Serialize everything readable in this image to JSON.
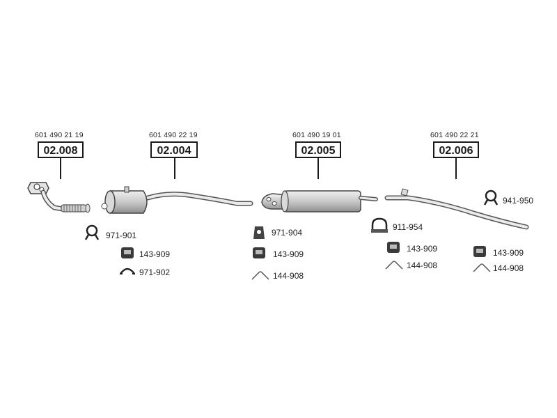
{
  "colors": {
    "ink": "#1a1a1a",
    "part_fill": "#d6d6d6",
    "part_dark": "#8a8a8a",
    "pipe_stroke": "#555555"
  },
  "assemblies": [
    {
      "oe_number": "601 490 21 19",
      "ref_code": "02.008"
    },
    {
      "oe_number": "601 490 22 19",
      "ref_code": "02.004"
    },
    {
      "oe_number": "601 490 19 01",
      "ref_code": "02.005"
    },
    {
      "oe_number": "601 490 22 21",
      "ref_code": "02.006"
    }
  ],
  "fittings": [
    {
      "part_no": "971-901",
      "icon": "clamp-ring-icon"
    },
    {
      "part_no": "143-909",
      "icon": "rubber-mount-icon"
    },
    {
      "part_no": "971-902",
      "icon": "hanger-strap-icon"
    },
    {
      "part_no": "971-904",
      "icon": "bracket-icon"
    },
    {
      "part_no": "143-909",
      "icon": "rubber-mount-icon"
    },
    {
      "part_no": "144-908",
      "icon": "bracket-wire-icon"
    },
    {
      "part_no": "911-954",
      "icon": "u-clamp-icon"
    },
    {
      "part_no": "143-909",
      "icon": "rubber-mount-icon"
    },
    {
      "part_no": "144-908",
      "icon": "bracket-wire-icon"
    },
    {
      "part_no": "941-950",
      "icon": "clamp-ring-icon"
    },
    {
      "part_no": "143-909",
      "icon": "rubber-mount-icon"
    },
    {
      "part_no": "144-908",
      "icon": "bracket-wire-icon"
    }
  ]
}
